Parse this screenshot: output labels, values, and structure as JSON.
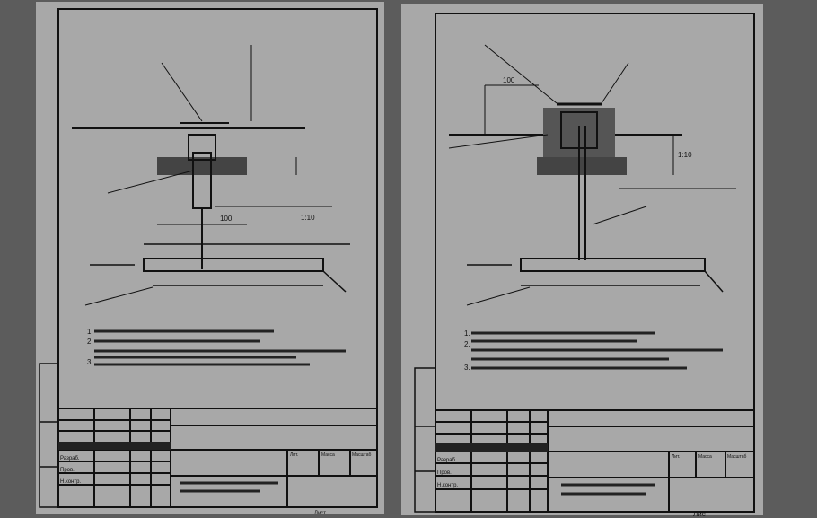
{
  "colors": {
    "background": "#5c5c5c",
    "sheet": "#a8a8a8",
    "ink": "#111111",
    "hatch": "#333333"
  },
  "sheets": [
    {
      "dim_label": "100",
      "scale_label": "1:10",
      "notes": [
        "1.",
        "2.",
        "3."
      ],
      "title_block": {
        "developed": "Разраб.",
        "checked": "Пров.",
        "norm_control": "Н.контр.",
        "lit": "Лит.",
        "mass": "Масса",
        "scale": "Масштаб",
        "sheet": "Лист"
      }
    },
    {
      "dim_label": "100",
      "scale_label": "1:10",
      "notes": [
        "1.",
        "2.",
        "3."
      ],
      "title_block": {
        "developed": "Разраб.",
        "checked": "Пров.",
        "norm_control": "Н.контр.",
        "lit": "Лит.",
        "mass": "Масса",
        "scale": "Масштаб",
        "sheet": "Лист"
      }
    }
  ]
}
